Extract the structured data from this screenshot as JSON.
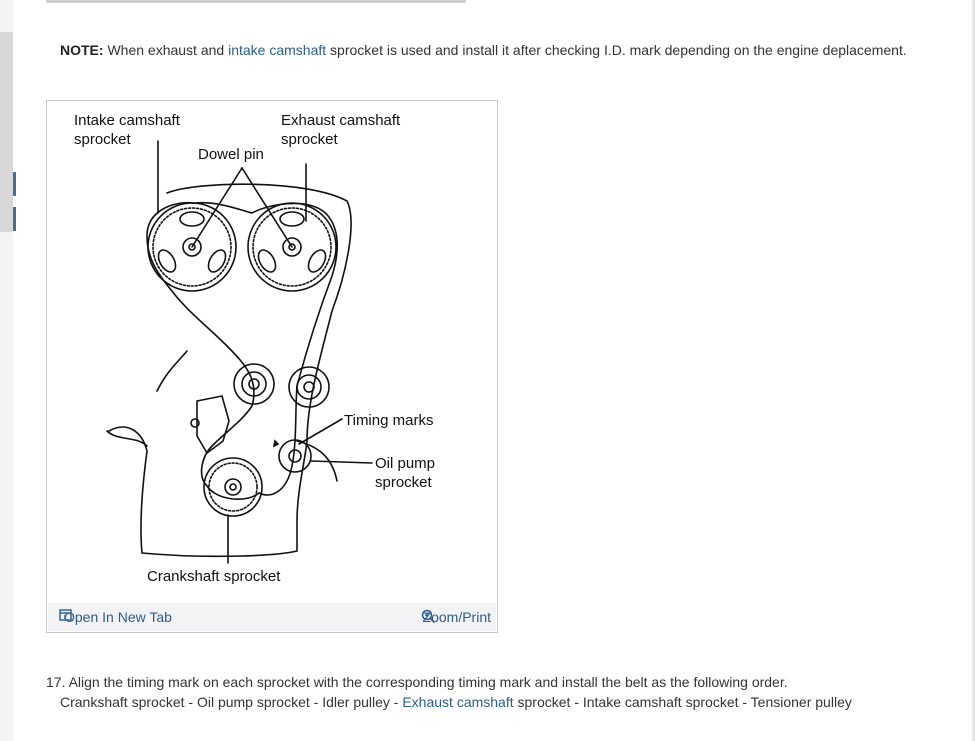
{
  "note": {
    "prefix": "NOTE:",
    "text1": " When exhaust and ",
    "link1": "intake camshaft",
    "text2": " sprocket is used and install it after checking I.D. mark depending on the engine deplacement."
  },
  "figure": {
    "labels": {
      "intake_line1": "Intake camshaft",
      "intake_line2": "sprocket",
      "exhaust_line1": "Exhaust camshaft",
      "exhaust_line2": "sprocket",
      "dowel_pin": "Dowel pin",
      "timing_marks": "Timing marks",
      "oil_pump_line1": "Oil pump",
      "oil_pump_line2": "sprocket",
      "crankshaft": "Crankshaft sprocket"
    },
    "open_new_tab": "Open In New Tab",
    "zoom_print": "Zoom/Print"
  },
  "step17": {
    "line1": "17. Align the timing mark on each sprocket with the corresponding timing mark and install the belt as the following order.",
    "line2_part1": "Crankshaft sprocket - Oil pump sprocket - Idler pulley - ",
    "line2_link": "Exhaust camshaft",
    "line2_part2": " sprocket - Intake camshaft sprocket - Tensioner pulley"
  },
  "colors": {
    "link": "#2b5d8c",
    "text": "#333333",
    "footer_bg": "#f3f3f6"
  }
}
